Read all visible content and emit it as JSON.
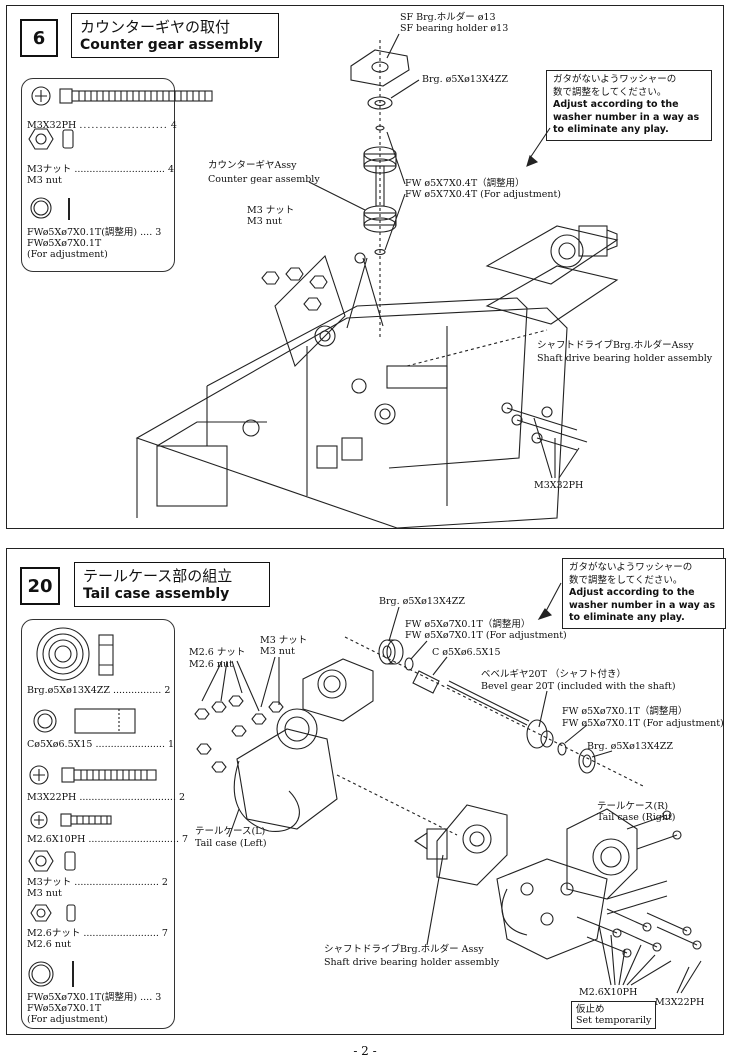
{
  "page_number": "- 2 -",
  "step6": {
    "number": "6",
    "title_jp": "カウンターギヤの取付",
    "title_en": "Counter gear assembly",
    "note_jp_1": "ガタがないようワッシャーの",
    "note_jp_2": "数で調整をしてください。",
    "note_en_1": "Adjust according to the",
    "note_en_2": "washer number in a way as",
    "note_en_3": "to eliminate any play.",
    "parts": [
      {
        "name": "M3X32PH",
        "qty": "4",
        "sub": ""
      },
      {
        "name": "M3ナット",
        "qty": "4",
        "sub": "M3 nut"
      },
      {
        "name": "FWø5Xø7X0.1T(調整用)",
        "qty": "3",
        "sub": "FWø5Xø7X0.1T",
        "sub2": "(For adjustment)"
      }
    ],
    "labels": {
      "sf_holder_jp": "SF Brg.ホルダー ø13",
      "sf_holder_en": "SF bearing holder ø13",
      "brg": "Brg. ø5Xø13X4ZZ",
      "counter_jp": "カウンターギヤAssy",
      "counter_en": "Counter gear assembly",
      "fw_jp": "FW ø5X7X0.4T（調整用）",
      "fw_en": "FW ø5X7X0.4T (For adjustment)",
      "m3nut_jp": "M3 ナット",
      "m3nut_en": "M3 nut",
      "shaft_jp": "シャフトドライブBrg.ホルダーAssy",
      "shaft_en": "Shaft drive bearing holder assembly",
      "screw": "M3X32PH"
    }
  },
  "step20": {
    "number": "20",
    "title_jp": "テールケース部の組立",
    "title_en": "Tail case assembly",
    "note_jp_1": "ガタがないようワッシャーの",
    "note_jp_2": "数で調整をしてください。",
    "note_en_1": "Adjust according to the",
    "note_en_2": "washer number in a way as",
    "note_en_3": "to eliminate any play.",
    "parts": [
      {
        "name": "Brg.ø5Xø13X4ZZ",
        "qty": "2",
        "sub": ""
      },
      {
        "name": "Cø5Xø6.5X15",
        "qty": "1",
        "sub": ""
      },
      {
        "name": "M3X22PH",
        "qty": "2",
        "sub": ""
      },
      {
        "name": "M2.6X10PH",
        "qty": "7",
        "sub": ""
      },
      {
        "name": "M3ナット",
        "qty": "2",
        "sub": "M3 nut"
      },
      {
        "name": "M2.6ナット",
        "qty": "7",
        "sub": "M2.6 nut"
      },
      {
        "name": "FWø5Xø7X0.1T(調整用)",
        "qty": "3",
        "sub": "FWø5Xø7X0.1T",
        "sub2": "(For adjustment)"
      }
    ],
    "labels": {
      "brg_top": "Brg. ø5Xø13X4ZZ",
      "fw_top_jp": "FW ø5Xø7X0.1T（調整用）",
      "fw_top_en": "FW ø5Xø7X0.1T (For adjustment)",
      "collar": "C ø5Xø6.5X15",
      "m26nut_jp": "M2.6 ナット",
      "m26nut_en": "M2.6 nut",
      "m3nut_jp": "M3 ナット",
      "m3nut_en": "M3 nut",
      "bevel_jp": "ベベルギヤ20T （シャフト付き）",
      "bevel_en": "Bevel gear 20T (included with the shaft)",
      "fw_mid_jp": "FW ø5Xø7X0.1T（調整用）",
      "fw_mid_en": "FW ø5Xø7X0.1T (For adjustment)",
      "brg_mid": "Brg. ø5Xø13X4ZZ",
      "tailR_jp": "テールケース(R)",
      "tailR_en": "Tail case (Right)",
      "tailL_jp": "テールケース(L)",
      "tailL_en": "Tail case (Left)",
      "shaft_jp": "シャフトドライブBrg.ホルダー Assy",
      "shaft_en": "Shaft drive bearing holder assembly",
      "m26screw": "M2.6X10PH",
      "m3screw": "M3X22PH",
      "temp_jp": "仮止め",
      "temp_en": "Set temporarily"
    }
  }
}
